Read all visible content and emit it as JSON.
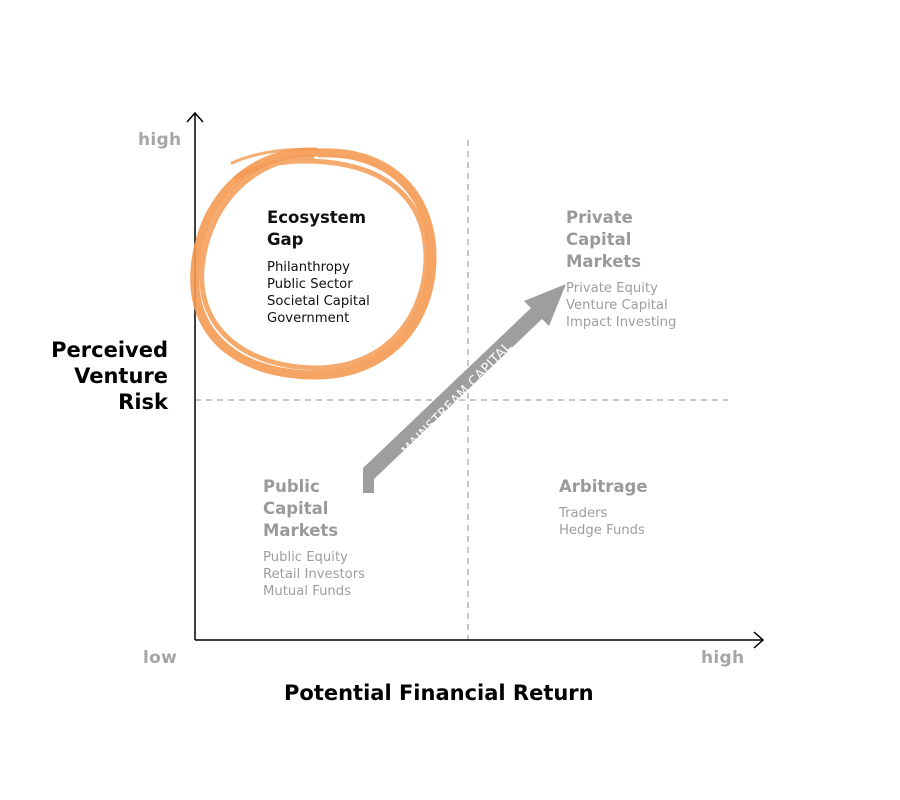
{
  "axes": {
    "y_title_lines": [
      "Perceived",
      "Venture",
      "Risk"
    ],
    "y_high": "high",
    "x_low": "low",
    "x_high": "high",
    "x_title": "Potential Financial Return"
  },
  "quadrants": {
    "ecosystem_gap": {
      "title_lines": [
        "Ecosystem",
        "Gap"
      ],
      "items": [
        "Philanthropy",
        "Public Sector",
        "Societal Capital",
        "Government"
      ]
    },
    "private_capital": {
      "title_lines": [
        "Private",
        "Capital",
        "Markets"
      ],
      "items": [
        "Private Equity",
        "Venture Capital",
        "Impact Investing"
      ]
    },
    "public_capital": {
      "title_lines": [
        "Public",
        "Capital",
        "Markets"
      ],
      "items": [
        "Public Equity",
        "Retail Investors",
        "Mutual Funds"
      ]
    },
    "arbitrage": {
      "title_lines": [
        "Arbitrage"
      ],
      "items": [
        "Traders",
        "Hedge Funds"
      ]
    }
  },
  "arrow": {
    "label": "MAINSTREAM CAPITAL",
    "color": "#9e9e9e"
  },
  "colors": {
    "highlight_circle": "#f59a52",
    "axis": "#000000",
    "divider": "#8c8c8c",
    "muted_text": "#a6a6a6"
  }
}
